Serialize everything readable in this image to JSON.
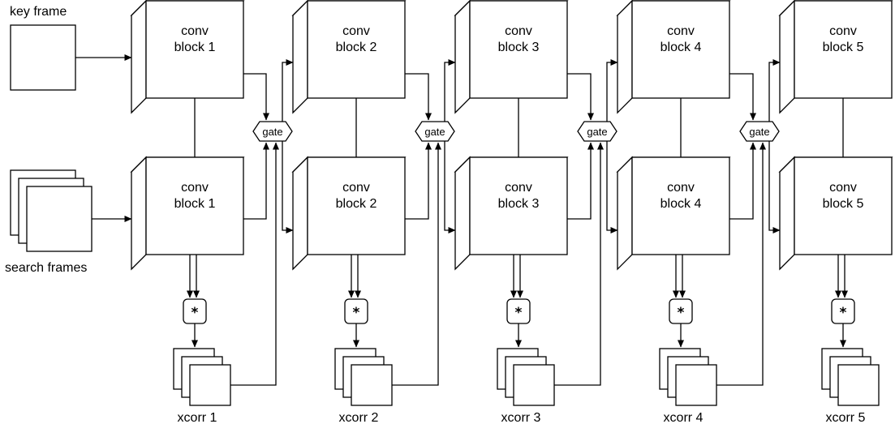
{
  "inputs": {
    "key_frame_label": "key frame",
    "search_frames_label": "search frames"
  },
  "blocks": [
    {
      "line1": "conv",
      "line2": "block 1",
      "xcorr": "xcorr 1"
    },
    {
      "line1": "conv",
      "line2": "block 2",
      "xcorr": "xcorr 2"
    },
    {
      "line1": "conv",
      "line2": "block 3",
      "xcorr": "xcorr 3"
    },
    {
      "line1": "conv",
      "line2": "block 4",
      "xcorr": "xcorr 4"
    },
    {
      "line1": "conv",
      "line2": "block 5",
      "xcorr": "xcorr 5"
    }
  ],
  "gate_label": "gate",
  "correlation_symbol": "*"
}
